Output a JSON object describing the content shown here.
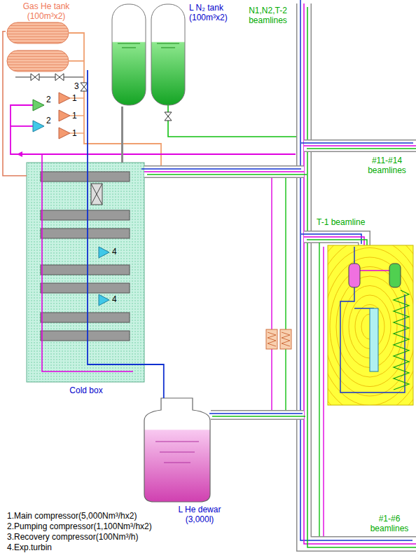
{
  "diagram": {
    "nodes": [
      {
        "text": [
          "Gas He tank (100m³x2)"
        ]
      },
      {
        "text": [
          "L N₂ tank (100m³x2)"
        ]
      },
      {
        "text": [
          "Cold box"
        ]
      },
      {
        "text": [
          "L He dewar (3,000l)"
        ]
      }
    ],
    "edges": [
      {
        "from": 0,
        "to": 2,
        "arrow": "none"
      },
      {
        "from": 1,
        "to": 2,
        "arrow": "none"
      },
      {
        "from": 2,
        "to": 3,
        "arrow": "none"
      }
    ],
    "labels": [
      "3",
      "1",
      "2",
      "1",
      "2",
      "1",
      "4",
      "4",
      "N1,N2,T-2 beamlines",
      "#11-#14 beamlines",
      "T-1 beamline",
      "#1-#6 beamlines",
      "1.Main compressor(5,000Nm³/hx2)",
      "2.Pumping compressor(1,100Nm³/hx2)",
      "3.Recovery compressor(100Nm³/h)",
      "4.Exp.turbin"
    ]
  }
}
